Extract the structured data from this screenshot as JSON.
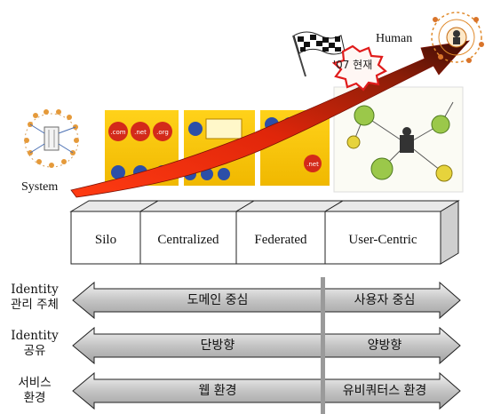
{
  "top": {
    "system_label": "System",
    "human_label": "Human",
    "badge_text": "'07 현재",
    "domain_tokens": [
      ".com",
      ".net",
      ".org",
      ".net"
    ]
  },
  "models": [
    {
      "label": "Silo"
    },
    {
      "label": "Centralized"
    },
    {
      "label": "Federated"
    },
    {
      "label": "User-Centric"
    }
  ],
  "rows": [
    {
      "label_line1": "Identity",
      "label_line2": "관리 주체",
      "left_text": "도메인 중심",
      "right_text": "사용자 중심"
    },
    {
      "label_line1": "Identity",
      "label_line2": "공유",
      "left_text": "단방향",
      "right_text": "양방향"
    },
    {
      "label_line1": "서비스",
      "label_line2": "환경",
      "left_text": "웹 환경",
      "right_text": "유비쿼터스 환경"
    }
  ],
  "colors": {
    "arrow_red": "#d81e05",
    "arrow_dark": "#5a1408",
    "panel_yellow": "#f5c400",
    "box_face": "#ffffff",
    "box_side": "#cfcfcf",
    "arrow_gray": "#b7b7b7"
  }
}
